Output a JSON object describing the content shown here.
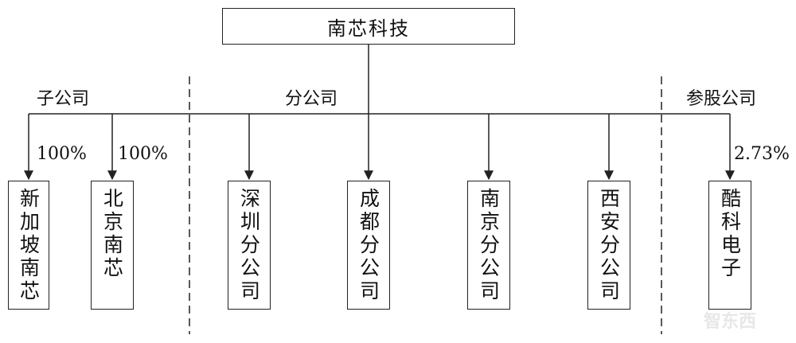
{
  "root": {
    "label": "南芯科技"
  },
  "groups": {
    "subsidiaries": "子公司",
    "branches": "分公司",
    "holdings": "参股公司"
  },
  "entities": [
    {
      "label": "新加坡南芯",
      "stake": "100%"
    },
    {
      "label": "北京南芯",
      "stake": "100%"
    },
    {
      "label": "深圳分公司"
    },
    {
      "label": "成都分公司"
    },
    {
      "label": "南京分公司"
    },
    {
      "label": "西安分公司"
    },
    {
      "label": "酷科电子",
      "stake": "2.73%"
    }
  ],
  "watermark": "智东西"
}
